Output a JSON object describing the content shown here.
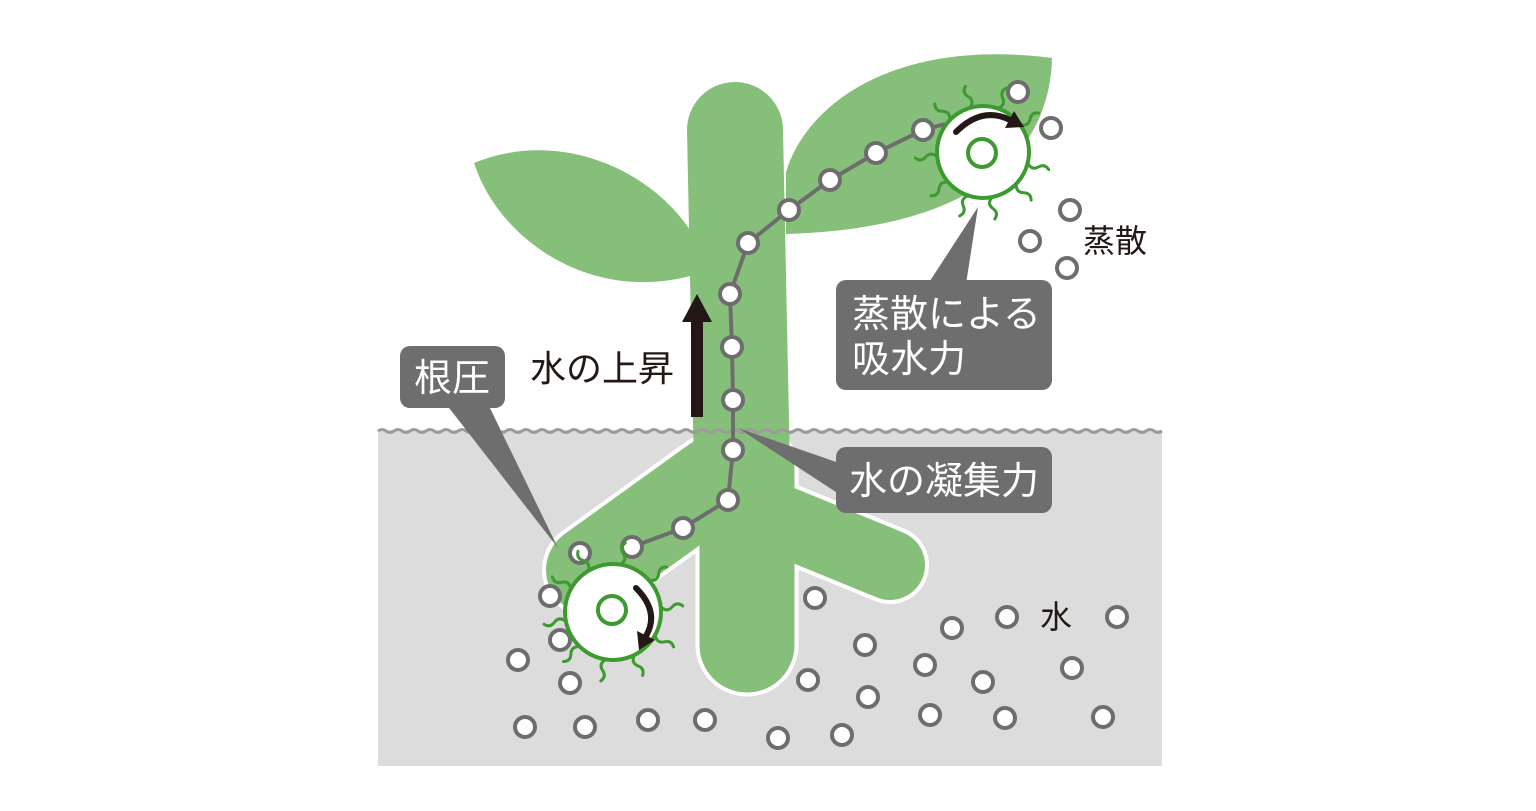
{
  "diagram": {
    "labels": {
      "root_pressure": "根圧",
      "water_rise": "水の上昇",
      "transpiration_suction_line1": "蒸散による",
      "transpiration_suction_line2": "吸水力",
      "transpiration": "蒸散",
      "cohesion": "水の凝集力",
      "water": "水"
    }
  },
  "colors": {
    "background": "#ffffff",
    "plant": "#86bf79",
    "soil": "#dcdcdc",
    "soil_surface": "#9a9a9a",
    "label_box": "#6e6e6e",
    "cell_outline": "#3d9a30",
    "water_molecule": "#6d6d6d",
    "text": "#231815"
  }
}
